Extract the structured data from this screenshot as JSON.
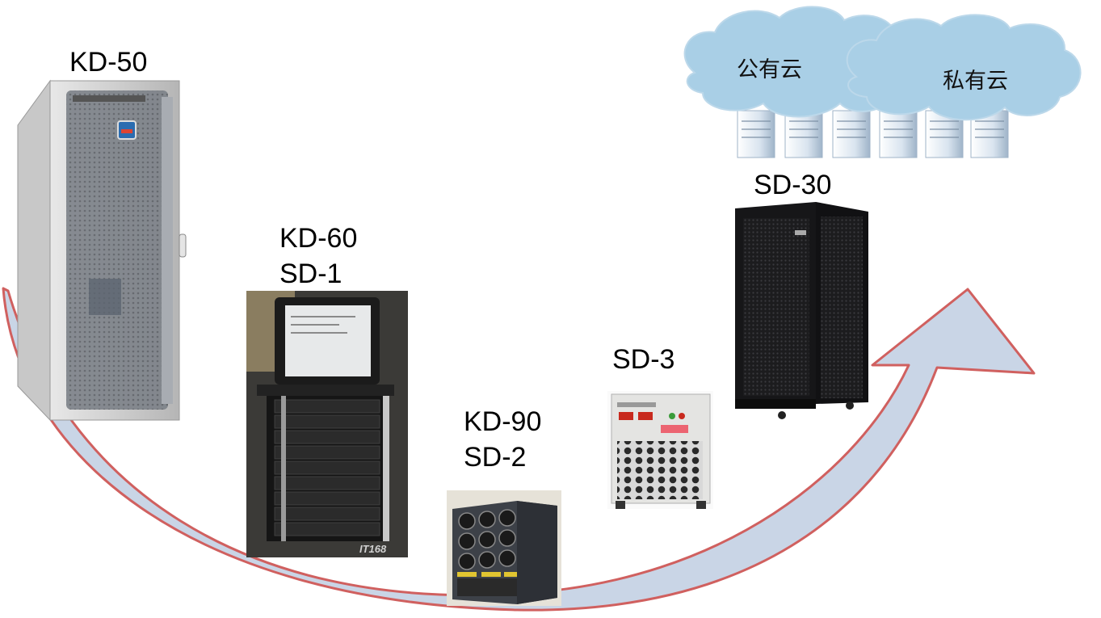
{
  "labels": {
    "kd50": "KD-50",
    "kd60": "KD-60",
    "sd1": "SD-1",
    "kd90": "KD-90",
    "sd2": "SD-2",
    "sd3": "SD-3",
    "sd30": "SD-30"
  },
  "clouds": {
    "public": "公有云",
    "private": "私有云"
  },
  "watermarks": {
    "it168": "IT168"
  },
  "colors": {
    "arrow_fill": "#c9d5e6",
    "arrow_stroke": "#d0605f",
    "cloud_fill": "#a9cfe6",
    "cloud_stroke": "#bcd8ea"
  }
}
